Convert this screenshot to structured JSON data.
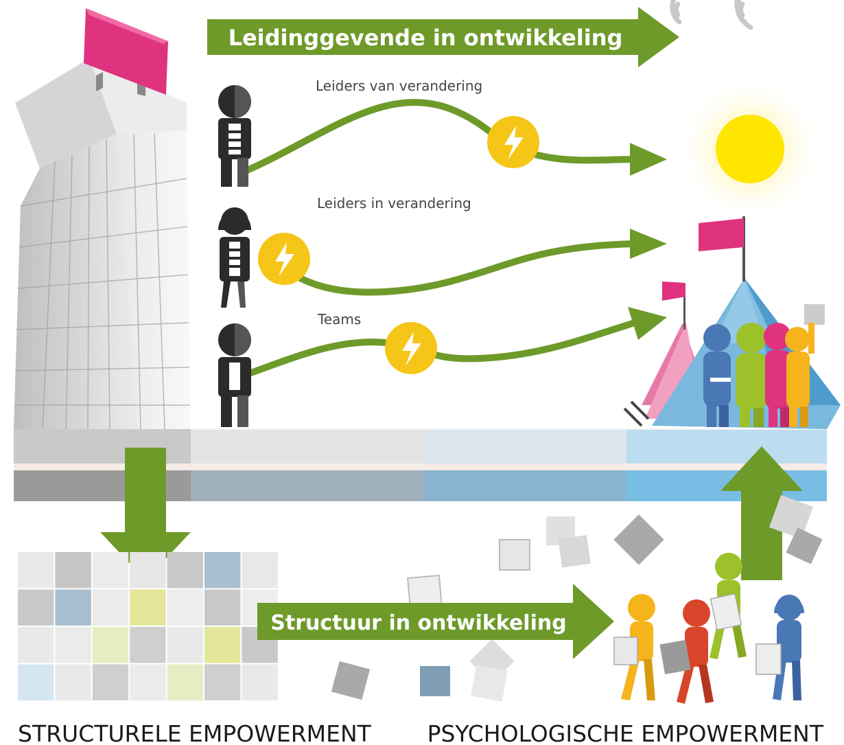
{
  "top_arrow": {
    "label": "Leidinggevende in ontwikkeling"
  },
  "middle_arrow": {
    "label": "Structuur in ontwikkeling"
  },
  "paths": [
    {
      "label": "Leiders van verandering"
    },
    {
      "label": "Leiders in verandering"
    },
    {
      "label": "Teams"
    }
  ],
  "footer": {
    "left": "STRUCTURELE EMPOWERMENT",
    "right": "PSYCHOLOGISCHE EMPOWERMENT"
  },
  "colors": {
    "arrow_green": "#6e9a2a",
    "bolt_yellow": "#f5c518",
    "flag_magenta": "#e0337f",
    "sun_yellow": "#ffe600",
    "tent_blue": "#7ab8de",
    "figure_dark": "#2b2b2b"
  },
  "grid_tiles": [
    [
      "#e9e9e9",
      "#c6c6c6",
      "#ebebeb",
      "#e6e6e6",
      "#c9c9c9",
      "#a9bfcf",
      "#e8e8e8"
    ],
    [
      "#c9c9c9",
      "#a9bfcf",
      "#ebebeb",
      "#e4e79a",
      "#ededed",
      "#c8c8c8",
      "#ededed"
    ],
    [
      "#e9e9e9",
      "#ebebeb",
      "#e7edc2",
      "#cfcfcf",
      "#e9e9e9",
      "#e4e79a",
      "#c9c9c9"
    ],
    [
      "#d4e6f2",
      "#e9e9e9",
      "#cfcfcf",
      "#ebebeb",
      "#e7edc2",
      "#cfcfcf",
      "#e9e9e9"
    ]
  ]
}
